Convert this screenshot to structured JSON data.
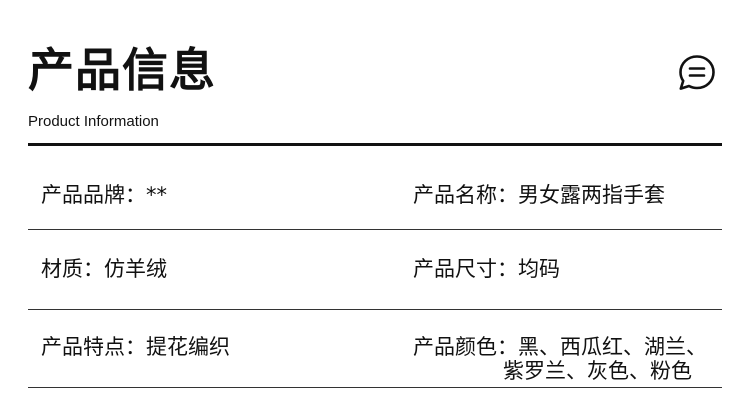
{
  "header": {
    "title": "产品信息",
    "subtitle": "Product Information",
    "icon": "chat-bubble-icon"
  },
  "rows": [
    {
      "left": {
        "label": "产品品牌：",
        "value": "**"
      },
      "right": {
        "label": "产品名称：",
        "value": "男女露两指手套"
      }
    },
    {
      "left": {
        "label": "材质：",
        "value": "仿羊绒"
      },
      "right": {
        "label": "产品尺寸：",
        "value": "均码"
      }
    },
    {
      "left": {
        "label": "产品特点：",
        "value": "提花编织"
      },
      "right": {
        "label": "产品颜色：",
        "value_line1": "黑、西瓜红、湖兰、",
        "value_line2": "紫罗兰、灰色、粉色"
      }
    }
  ]
}
